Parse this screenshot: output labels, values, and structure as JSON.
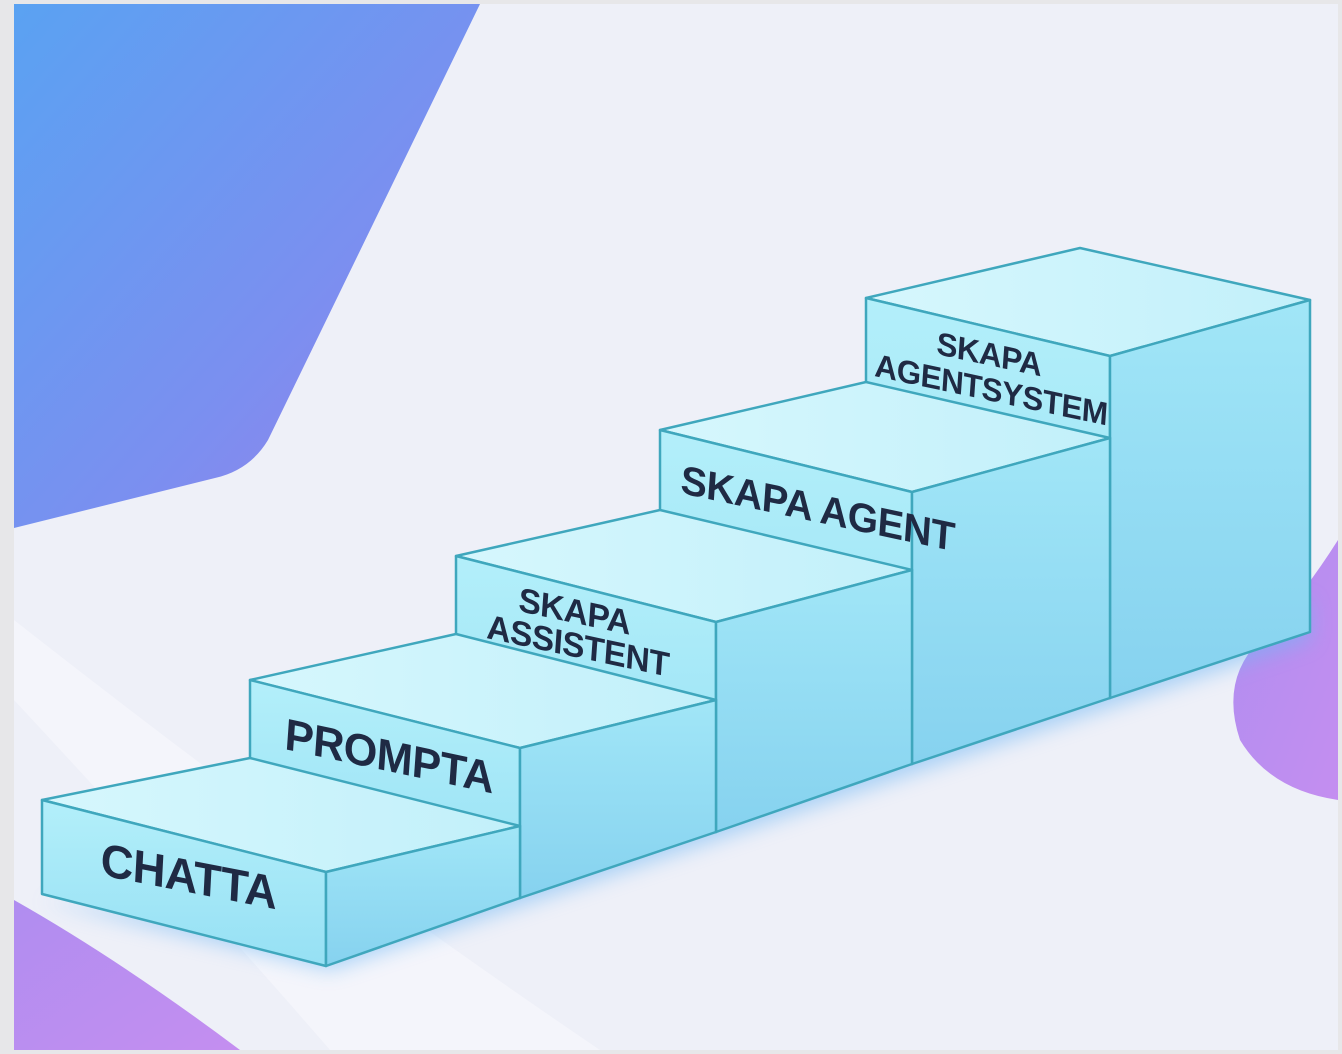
{
  "steps": [
    {
      "label": "CHATTA"
    },
    {
      "label": "PROMPTA"
    },
    {
      "label_line1": "SKAPA",
      "label_line2": "ASSISTENT"
    },
    {
      "label": "SKAPA AGENT"
    },
    {
      "label_line1": "SKAPA",
      "label_line2": "AGENTSYSTEM"
    }
  ],
  "colors": {
    "background": "#eef0f8",
    "frame": "#e7e7e9",
    "accent_blue": "#5b8ff0",
    "accent_purple": "#a77fe8",
    "step_top": "#c9f3fb",
    "step_front": "#a6e9f6",
    "step_side": "#96dcf2",
    "step_edge": "#3fa7bd",
    "text": "#1f2a44"
  }
}
